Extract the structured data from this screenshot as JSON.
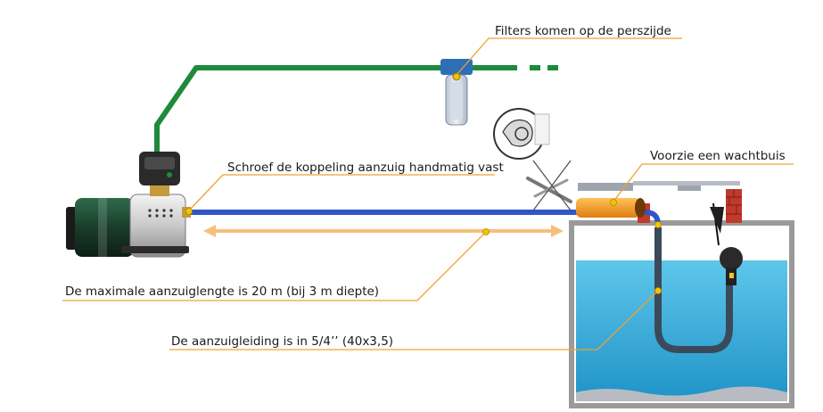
{
  "labels": {
    "filters": "Filters komen op de perszijde",
    "wachtbuis": "Voorzie een wachtbuis",
    "koppeling": "Schroef de koppeling aanzuig handmatig vast",
    "max_length": "De maximale aanzuiglengte is 20 m (bij 3 m diepte)",
    "aanzuigleiding": "De aanzuigleiding is in 5/4’’ (40x3,5)"
  },
  "colors": {
    "pressure_pipe": "#1f8a3c",
    "suction_pipe": "#2f55c8",
    "sleeve": "#f39a1e",
    "callout_line": "#f0a030",
    "dimension_arrow": "#f5c07a",
    "water": "#2aa5d8",
    "brick": "#c0392b"
  },
  "icons": {
    "pump": "centrifugal-pump-icon",
    "pressure_switch": "pressure-switch-icon",
    "filter": "water-filter-icon",
    "wrench_prohibited": "no-tools-icon",
    "hand_tighten": "hand-tighten-icon"
  }
}
